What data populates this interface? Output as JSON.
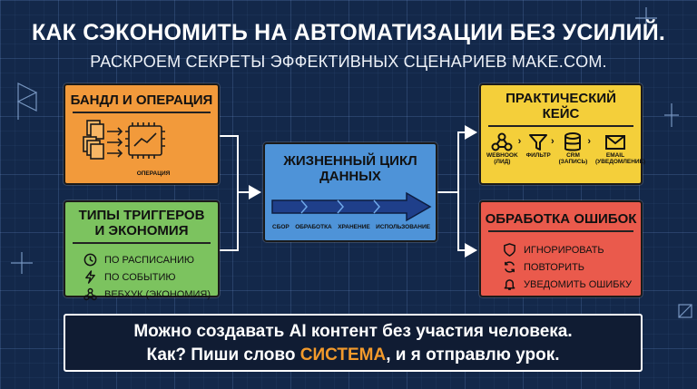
{
  "header": {
    "title": "КАК СЭКОНОМИТЬ НА АВТОМАТИЗАЦИИ БЕЗ УСИЛИЙ.",
    "subtitle": "РАСКРОЕМ СЕКРЕТЫ ЭФФЕКТИВНЫХ СЦЕНАРИЕВ MAKE.COM."
  },
  "bundle": {
    "title": "БАНДЛ И ОПЕРАЦИЯ",
    "operation_label": "ОПЕРАЦИЯ"
  },
  "triggers": {
    "title_line1": "ТИПЫ ТРИГГЕРОВ",
    "title_line2": "И ЭКОНОМИЯ",
    "items": [
      {
        "label": "ПО РАСПИСАНИЮ",
        "icon": "clock-icon"
      },
      {
        "label": "ПО СОБЫТИЮ",
        "icon": "lightning-icon"
      },
      {
        "label": "ВЕБХУК (ЭКОНОМИЯ)",
        "icon": "webhook-icon"
      }
    ]
  },
  "lifecycle": {
    "title_line1": "ЖИЗНЕННЫЙ ЦИКЛ",
    "title_line2": "ДАННЫХ",
    "stages": [
      "СБОР",
      "ОБРАБОТКА",
      "ХРАНЕНИЕ",
      "ИСПОЛЬЗОВАНИЕ"
    ]
  },
  "case": {
    "title_line1": "ПРАКТИЧЕСКИЙ",
    "title_line2": "КЕЙС",
    "steps": [
      {
        "name": "WEBHOOK",
        "sub": "(ЛИД)",
        "icon": "webhook-icon"
      },
      {
        "name": "ФИЛЬТР",
        "sub": "",
        "icon": "filter-icon"
      },
      {
        "name": "CRM",
        "sub": "(ЗАПИСЬ)",
        "icon": "database-icon"
      },
      {
        "name": "EMAIL",
        "sub": "(УВЕДОМЛЕНИЕ)",
        "icon": "email-icon"
      }
    ]
  },
  "errors": {
    "title": "ОБРАБОТКА ОШИБОК",
    "items": [
      {
        "label": "ИГНОРИРОВАТЬ",
        "icon": "shield-icon"
      },
      {
        "label": "ПОВТОРИТЬ",
        "icon": "retry-icon"
      },
      {
        "label": "УВЕДОМИТЬ ОШИБКУ",
        "icon": "bell-icon"
      }
    ]
  },
  "banner": {
    "line1": "Можно создавать AI контент без участия человека.",
    "line2_pre": "Как? Пиши слово ",
    "line2_highlight": "СИСТЕМА",
    "line2_post": ", и я отправлю урок."
  },
  "colors": {
    "background": "#13284a",
    "bundle": "#f29a3b",
    "triggers": "#7cc35f",
    "lifecycle": "#4e93d8",
    "case": "#f4cf3a",
    "errors": "#ea5a4c",
    "highlight": "#f39a2b"
  }
}
